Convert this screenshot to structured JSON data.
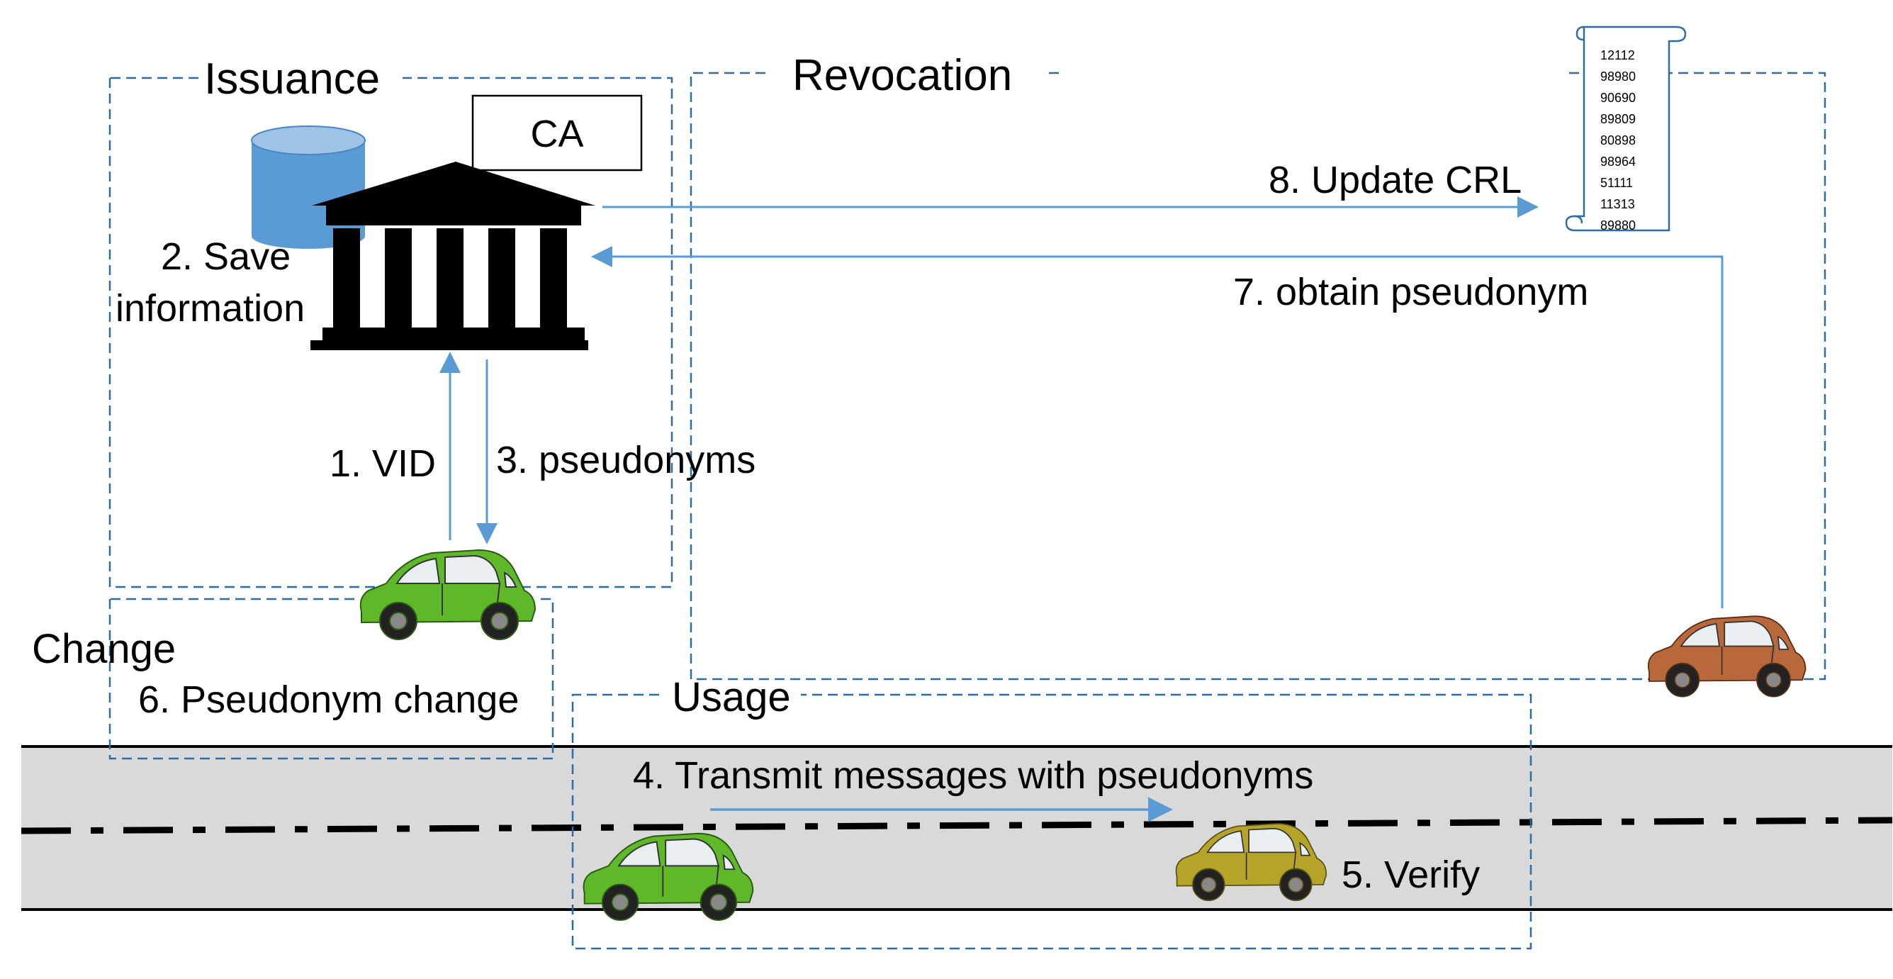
{
  "regions": {
    "issuance": "Issuance",
    "revocation": "Revocation",
    "change": "Change",
    "usage": "Usage"
  },
  "ca_label": "CA",
  "steps": {
    "s1": "1. VID",
    "s2_line1": "2. Save",
    "s2_line2": "information",
    "s3": "3. pseudonyms",
    "s4": "4. Transmit messages with pseudonyms",
    "s5": "5. Verify",
    "s6": "6. Pseudonym change",
    "s7": "7. obtain pseudonym",
    "s8": "8. Update CRL"
  },
  "crl_entries": [
    "12112",
    "98980",
    "90690",
    "89809",
    "80898",
    "98964",
    "51111",
    "11313",
    "89880"
  ],
  "colors": {
    "dashed_border": "#2e6da4",
    "arrow": "#5b9bd5",
    "database": "#5b9bd5",
    "road": "#d9d9d9",
    "car_green": "#5fb82a",
    "car_olive": "#b4a52a",
    "car_brown": "#b8683a"
  }
}
